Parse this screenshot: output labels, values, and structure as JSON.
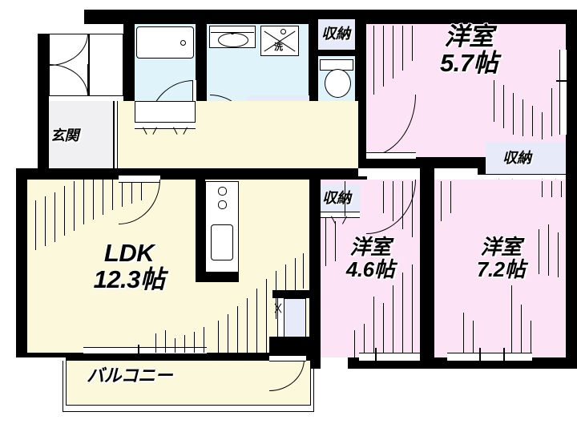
{
  "plan": {
    "type": "japanese-apartment-floor-plan",
    "layout_code": "3LDK",
    "colors": {
      "wall": "#000000",
      "ldk_fill": "#fbf8dc",
      "bedroom_fill": "#fce4f6",
      "bath_fill": "#dff4fa",
      "closet_fill": "#e6eaf9",
      "entrance_fill": "#f0f0f2",
      "balcony_fill": "#fbf8dc",
      "background": "#ffffff"
    },
    "rooms": [
      {
        "id": "ldk",
        "name": "LDK",
        "size": "12.3帖",
        "label_line1": "LDK",
        "label_line2": "12.3帖"
      },
      {
        "id": "washitsu1",
        "name": "洋室",
        "size": "5.7帖",
        "label_line1": "洋室",
        "label_line2": "5.7帖"
      },
      {
        "id": "washitsu2",
        "name": "洋室",
        "size": "4.6帖",
        "label_line1": "洋室",
        "label_line2": "4.6帖"
      },
      {
        "id": "washitsu3",
        "name": "洋室",
        "size": "7.2帖",
        "label_line1": "洋室",
        "label_line2": "7.2帖"
      }
    ],
    "entrance": {
      "label": "玄関"
    },
    "balcony": {
      "label": "バルコニー"
    },
    "closets": [
      {
        "id": "closet-toilet-top",
        "label": "収納"
      },
      {
        "id": "closet-hall",
        "label": "収納"
      },
      {
        "id": "closet-east",
        "label": "収納"
      },
      {
        "id": "closet-mid",
        "label": "収納"
      }
    ],
    "fixtures": [
      {
        "id": "bathtub",
        "name": "bathtub-icon",
        "label": ""
      },
      {
        "id": "vanity-sink",
        "name": "vanity-sink-icon",
        "label": ""
      },
      {
        "id": "washer-space",
        "name": "washer-icon",
        "label": "洗"
      },
      {
        "id": "toilet",
        "name": "toilet-icon",
        "label": ""
      },
      {
        "id": "kitchen-sink",
        "name": "kitchen-sink-icon",
        "label": ""
      },
      {
        "id": "kitchen-stove",
        "name": "stove-icon",
        "label": ""
      },
      {
        "id": "shoe-closet",
        "name": "shoe-closet-icon",
        "label": ""
      }
    ]
  }
}
